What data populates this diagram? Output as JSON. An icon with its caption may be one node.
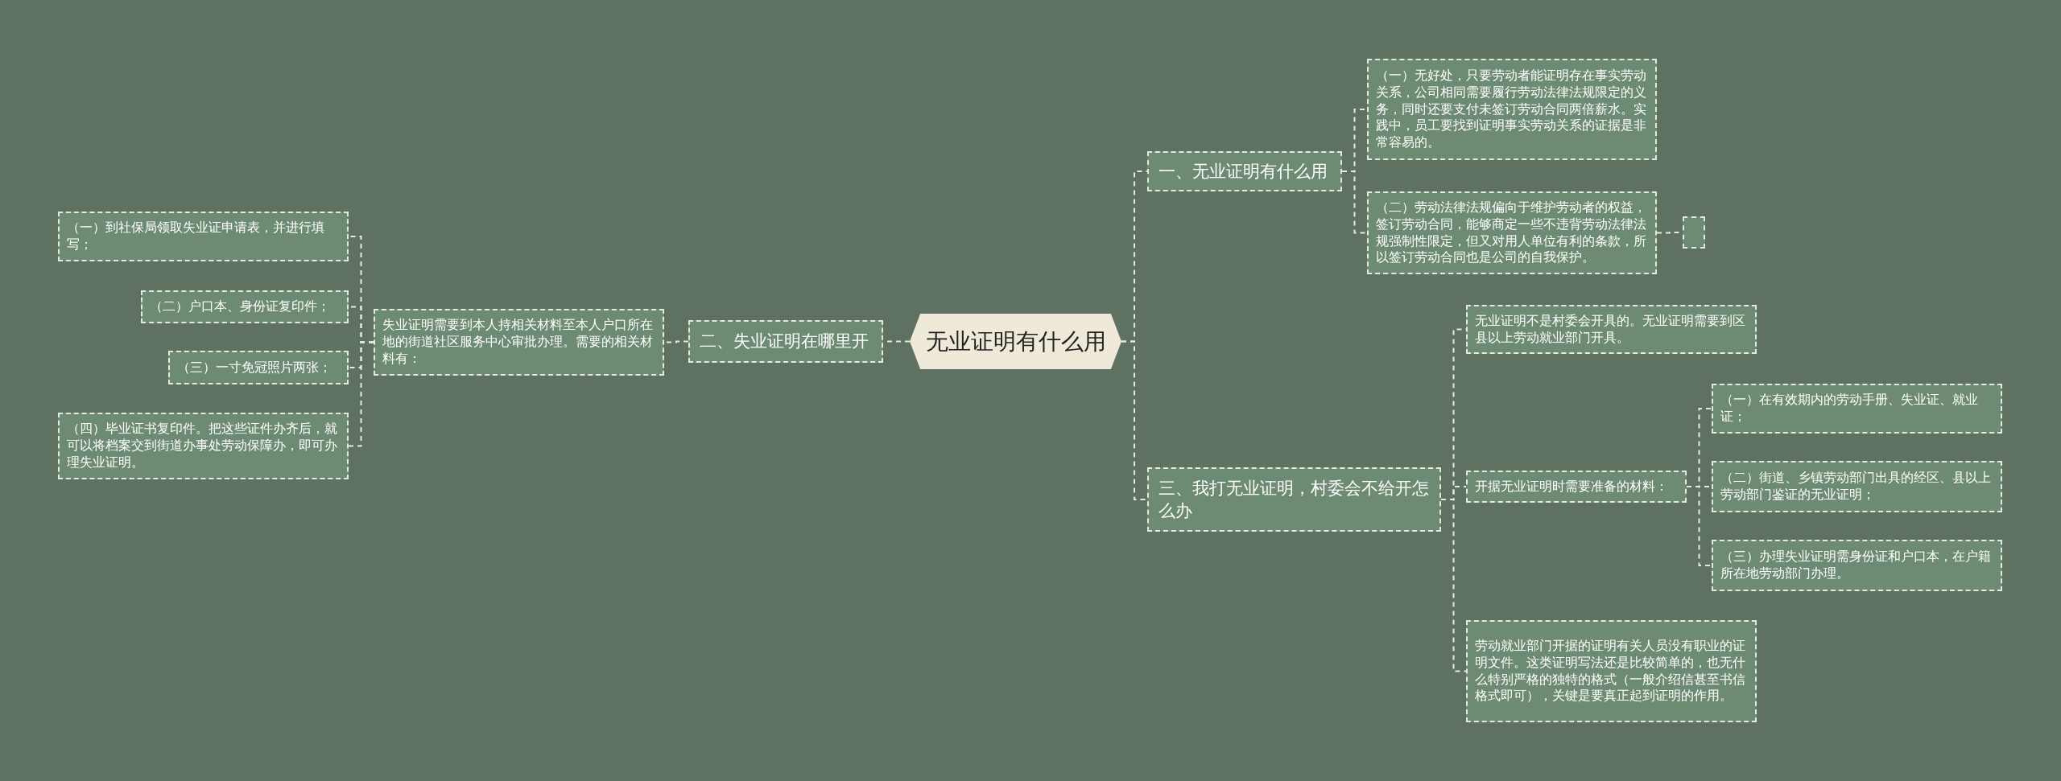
{
  "diagram": {
    "nodes": [
      {
        "text": [
          "无业证明有什么用"
        ]
      },
      {
        "text": [
          "一、无业证明有什么用"
        ]
      },
      {
        "text": [
          "（一）无好处，只要劳动者能证明存在事实劳动关系，公司相同需要履行劳动法律法规限定的义务，同时还要支付未签订劳动合同两倍薪水。实践中，员工要找到证明事实劳动关系的证据是非常容易的。"
        ]
      },
      {
        "text": [
          "（二）劳动法律法规偏向于维护劳动者的权益，签订劳动合同，能够商定一些不违背劳动法律法规强制性限定，但又对用人单位有利的条款，所以签订劳动合同也是公司的自我保护。"
        ]
      },
      {
        "text": [],
        "shape": "box"
      },
      {
        "text": [
          "二、失业证明在哪里开"
        ]
      },
      {
        "text": [
          "失业证明需要到本人持相关材料至本人户口所在地的街道社区服务中心审批办理。需要的相关材料有："
        ]
      },
      {
        "text": [
          "（一）到社保局领取失业证申请表，并进行填写；"
        ]
      },
      {
        "text": [
          "（二）户口本、身份证复印件；"
        ]
      },
      {
        "text": [
          "（三）一寸免冠照片两张；"
        ]
      },
      {
        "text": [
          "（四）毕业证书复印件。把这些证件办齐后，就可以将档案交到街道办事处劳动保障办，即可办理失业证明。"
        ]
      },
      {
        "text": [
          "三、我打无业证明，村委会不给开怎么办"
        ]
      },
      {
        "text": [
          "无业证明不是村委会开具的。无业证明需要到区县以上劳动就业部门开具。"
        ]
      },
      {
        "text": [
          "开据无业证明时需要准备的材料："
        ]
      },
      {
        "text": [
          "（一）在有效期内的劳动手册、失业证、就业证；"
        ]
      },
      {
        "text": [
          "（二）街道、乡镇劳动部门出具的经区、县以上劳动部门鉴证的无业证明；"
        ]
      },
      {
        "text": [
          "（三）办理失业证明需身份证和户口本，在户籍所在地劳动部门办理。"
        ]
      },
      {
        "text": [
          "劳动就业部门开据的证明有关人员没有职业的证明文件。这类证明写法还是比较简单的，也无什么特别严格的独特的格式（一般介绍信甚至书信格式即可），关键是要真正起到证明的作用。"
        ]
      }
    ],
    "edges": [
      {
        "from": 0,
        "to": 1,
        "arrow": "none"
      },
      {
        "from": 1,
        "to": 2,
        "arrow": "none"
      },
      {
        "from": 1,
        "to": 3,
        "arrow": "none"
      },
      {
        "from": 3,
        "to": 4,
        "arrow": "none"
      },
      {
        "from": 0,
        "to": 5,
        "arrow": "none"
      },
      {
        "from": 5,
        "to": 6,
        "arrow": "none"
      },
      {
        "from": 6,
        "to": 7,
        "arrow": "none"
      },
      {
        "from": 6,
        "to": 8,
        "arrow": "none"
      },
      {
        "from": 6,
        "to": 9,
        "arrow": "none"
      },
      {
        "from": 6,
        "to": 10,
        "arrow": "none"
      },
      {
        "from": 0,
        "to": 11,
        "arrow": "none"
      },
      {
        "from": 11,
        "to": 12,
        "arrow": "none"
      },
      {
        "from": 11,
        "to": 13,
        "arrow": "none"
      },
      {
        "from": 13,
        "to": 14,
        "arrow": "none"
      },
      {
        "from": 13,
        "to": 15,
        "arrow": "none"
      },
      {
        "from": 13,
        "to": 16,
        "arrow": "none"
      },
      {
        "from": 11,
        "to": 17,
        "arrow": "none"
      }
    ]
  }
}
